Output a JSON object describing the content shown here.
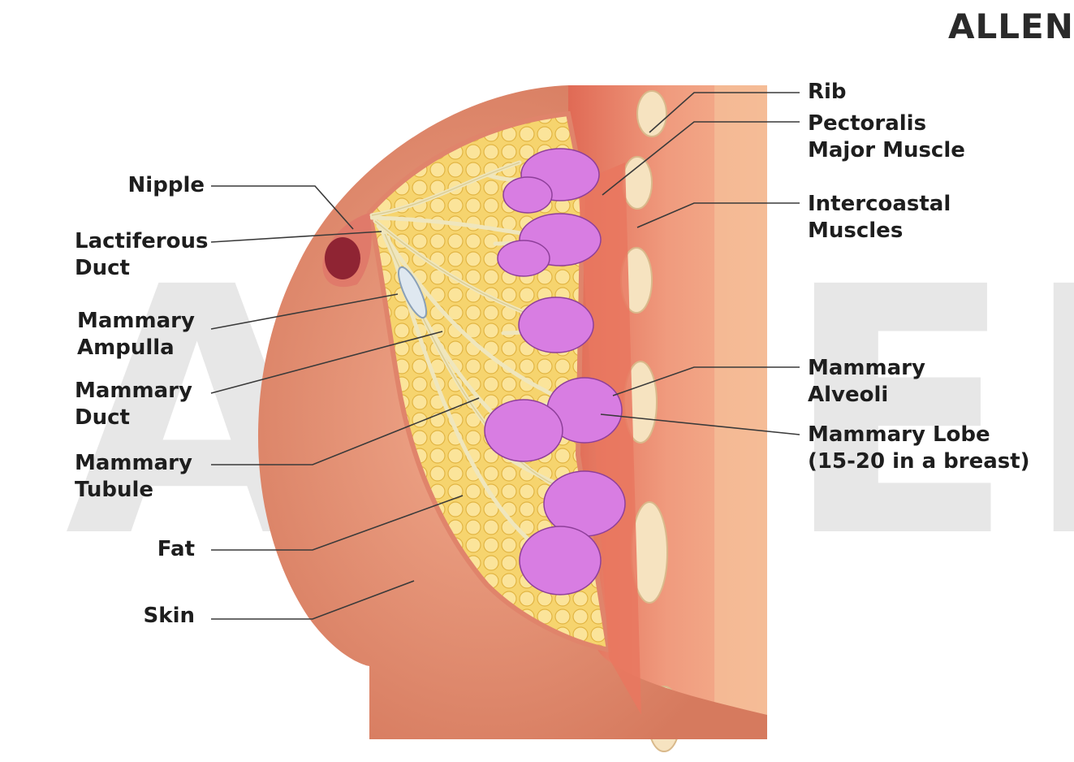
{
  "brand": "ALLEN",
  "watermark": "ALLEN",
  "labels": {
    "nipple": [
      "Nipple"
    ],
    "lactiferous_duct": [
      "Lactiferous",
      "Duct"
    ],
    "mammary_ampulla": [
      "Mammary",
      "Ampulla"
    ],
    "mammary_duct": [
      "Mammary",
      "Duct"
    ],
    "mammary_tubule": [
      "Mammary",
      "Tubule"
    ],
    "fat": [
      "Fat"
    ],
    "skin": [
      "Skin"
    ],
    "rib": [
      "Rib"
    ],
    "pectoralis": [
      "Pectoralis",
      "Major Muscle"
    ],
    "intercostal": [
      "Intercoastal",
      "Muscles"
    ],
    "mammary_alveoli": [
      "Mammary",
      "Alveoli"
    ],
    "mammary_lobe": [
      "Mammary Lobe",
      "(15-20 in a breast)"
    ]
  },
  "colors": {
    "skin": "#e9967a",
    "skin_dark": "#d9775f",
    "fat": "#f7d774",
    "muscle": "#e8866b",
    "lobule": "#d97ae0",
    "duct": "#efe4b5",
    "rib": "#f6e6c8",
    "nipple": "#8f2433",
    "leader": "#333333"
  }
}
